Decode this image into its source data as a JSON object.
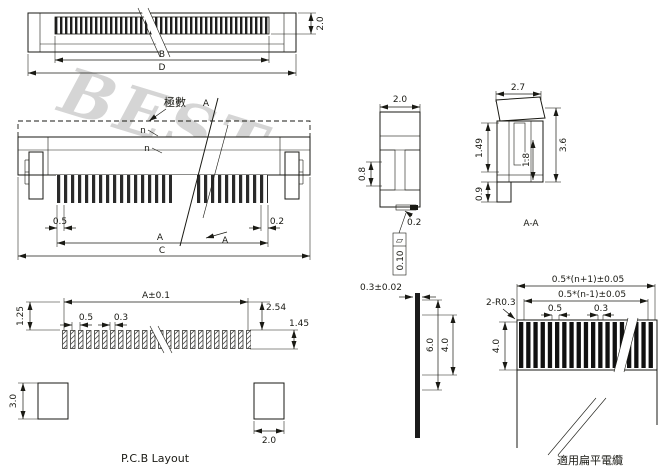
{
  "watermark": "BEST",
  "top_view": {
    "dim_height": "2.0",
    "dim_b": "B",
    "dim_d": "D"
  },
  "front_view": {
    "poles_label": "極數",
    "section_label_top": "A",
    "pin_label_1": "n",
    "pin_label_2": "n",
    "dim_pitch": "0.5",
    "dim_tail": "0.2",
    "dim_a": "A",
    "dim_c": "C",
    "section_label_bottom": "A"
  },
  "side_view": {
    "dim_width": "2.0",
    "dim_left": "0.8",
    "dim_lead": "0.2",
    "flatness_symbol": "▱",
    "flatness_value": "0.10"
  },
  "cable_section": {
    "dim_thickness": "0.3±0.02",
    "dim_length": "6.0",
    "dim_exposed": "4.0"
  },
  "section_aa": {
    "dim_top": "2.7",
    "dim_height_inner": "1.49",
    "dim_depth": "1.8",
    "dim_height": "3.6",
    "dim_bottom": "0.9",
    "label": "A-A"
  },
  "pcb_layout": {
    "dim_a": "A±0.1",
    "dim_row_offset": "1.25",
    "dim_pitch": "0.5",
    "dim_pad_width": "0.3",
    "dim_gap": "2.54",
    "dim_pad_length": "1.45",
    "dim_side_pad_height": "3.0",
    "dim_side_pad_width": "2.0",
    "title": "P.C.B Layout"
  },
  "flat_cable": {
    "dim_overall": "0.5*(n+1)±0.05",
    "dim_conductors": "0.5*(n-1)±0.05",
    "dim_corner": "2-R0.3",
    "dim_pitch": "0.5",
    "dim_width": "0.3",
    "dim_exposed": "4.0",
    "title": "適用扁平電纜"
  }
}
